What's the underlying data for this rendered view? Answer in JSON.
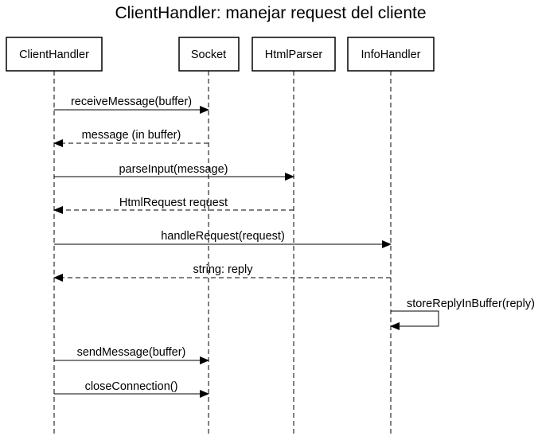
{
  "title": "ClientHandler: manejar request del cliente",
  "participants": [
    "ClientHandler",
    "Socket",
    "HtmlParser",
    "InfoHandler"
  ],
  "messages": [
    {
      "from": "ClientHandler",
      "to": "Socket",
      "label": "receiveMessage(buffer)",
      "kind": "sync"
    },
    {
      "from": "Socket",
      "to": "ClientHandler",
      "label": "message (in buffer)",
      "kind": "return"
    },
    {
      "from": "ClientHandler",
      "to": "HtmlParser",
      "label": "parseInput(message)",
      "kind": "sync"
    },
    {
      "from": "HtmlParser",
      "to": "ClientHandler",
      "label": "HtmlRequest request",
      "kind": "return"
    },
    {
      "from": "ClientHandler",
      "to": "InfoHandler",
      "label": "handleRequest(request)",
      "kind": "sync"
    },
    {
      "from": "InfoHandler",
      "to": "ClientHandler",
      "label": "string: reply",
      "kind": "return"
    },
    {
      "from": "InfoHandler",
      "to": "InfoHandler",
      "label": "storeReplyInBuffer(reply)",
      "kind": "self"
    },
    {
      "from": "ClientHandler",
      "to": "Socket",
      "label": "sendMessage(buffer)",
      "kind": "sync"
    },
    {
      "from": "ClientHandler",
      "to": "Socket",
      "label": "closeConnection()",
      "kind": "sync"
    }
  ]
}
